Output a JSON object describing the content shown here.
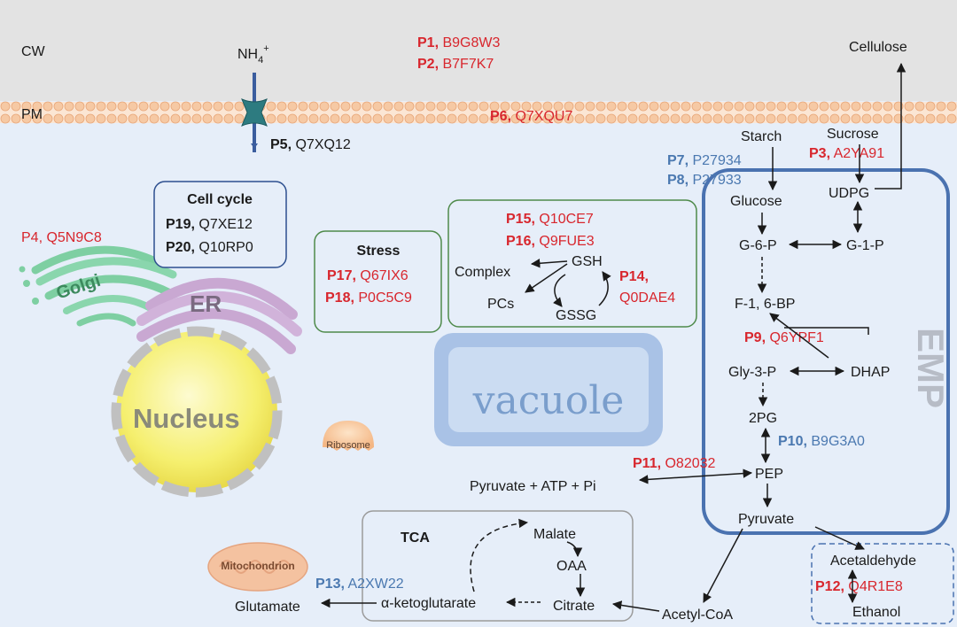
{
  "membrane": {
    "cell_wall_label": "CW",
    "plasma_membrane_label": "PM",
    "ammonium": {
      "base": "NH",
      "sub": "4",
      "sup": "+"
    }
  },
  "proteins": {
    "p1": {
      "id": "P1,",
      "acc": "B9G8W3"
    },
    "p2": {
      "id": "P2,",
      "acc": "B7F7K7"
    },
    "p3": {
      "id": "P3,",
      "acc": "A2YA91"
    },
    "p4": {
      "label": "P4, Q5N9C8"
    },
    "p5": {
      "id": "P5,",
      "acc": "Q7XQ12"
    },
    "p6": {
      "id": "P6,",
      "acc": "Q7XQU7"
    },
    "p7": {
      "id": "P7,",
      "acc": "P27934"
    },
    "p8": {
      "id": "P8,",
      "acc": "P27933"
    },
    "p9": {
      "id": "P9,",
      "acc": "Q6YPF1"
    },
    "p10": {
      "id": "P10,",
      "acc": "B9G3A0"
    },
    "p11": {
      "id": "P11,",
      "acc": "O82032"
    },
    "p12": {
      "id": "P12,",
      "acc": "Q4R1E8"
    },
    "p13": {
      "id": "P13,",
      "acc": "A2XW22"
    },
    "p14": {
      "id": "P14,",
      "acc": "Q0DAE4"
    },
    "p15": {
      "id": "P15,",
      "acc": "Q10CE7"
    },
    "p16": {
      "id": "P16,",
      "acc": "Q9FUE3"
    },
    "p17": {
      "id": "P17,",
      "acc": "Q67IX6"
    },
    "p18": {
      "id": "P18,",
      "acc": "P0C5C9"
    },
    "p19": {
      "id": "P19,",
      "acc": "Q7XE12"
    },
    "p20": {
      "id": "P20,",
      "acc": "Q10RP0"
    }
  },
  "organelles": {
    "golgi": "Golgi",
    "er": "ER",
    "nucleus": "Nucleus",
    "ribosome": "Ribosome",
    "mitochondrion": "Mitochondrion",
    "vacuole": "vacuole"
  },
  "boxes": {
    "cell_cycle": "Cell cycle",
    "stress": "Stress",
    "tca": "TCA",
    "emp": "EMP"
  },
  "metabolites": {
    "cellulose": "Cellulose",
    "sucrose": "Sucrose",
    "starch": "Starch",
    "udpg": "UDPG",
    "glucose": "Glucose",
    "g6p": "G-6-P",
    "g1p": "G-1-P",
    "f16bp": "F-1, 6-BP",
    "gly3p": "Gly-3-P",
    "dhap": "DHAP",
    "pg2": "2PG",
    "pep": "PEP",
    "pyruvate_atp_pi": "Pyruvate + ATP + Pi",
    "pyruvate": "Pyruvate",
    "acetaldehyde": "Acetaldehyde",
    "ethanol": "Ethanol",
    "acetyl_coa": "Acetyl-CoA",
    "malate": "Malate",
    "oaa": "OAA",
    "citrate": "Citrate",
    "akg": "α-ketoglutarate",
    "glutamate": "Glutamate",
    "gsh": "GSH",
    "gssg": "GSSG",
    "complex": "Complex",
    "pcs": "PCs"
  },
  "colors": {
    "red": "#d8262d",
    "blue": "#4a78b0",
    "cytoplasm": "#e6eef9",
    "cell_wall": "#e3e3e3",
    "membrane": "#f6c9a4",
    "emp_border": "#4a72b0",
    "golgi": "#7ecfa2",
    "er": "#c9a8d2",
    "nucleus": "#f7f27a",
    "vacuole": "#a9c2e6"
  }
}
